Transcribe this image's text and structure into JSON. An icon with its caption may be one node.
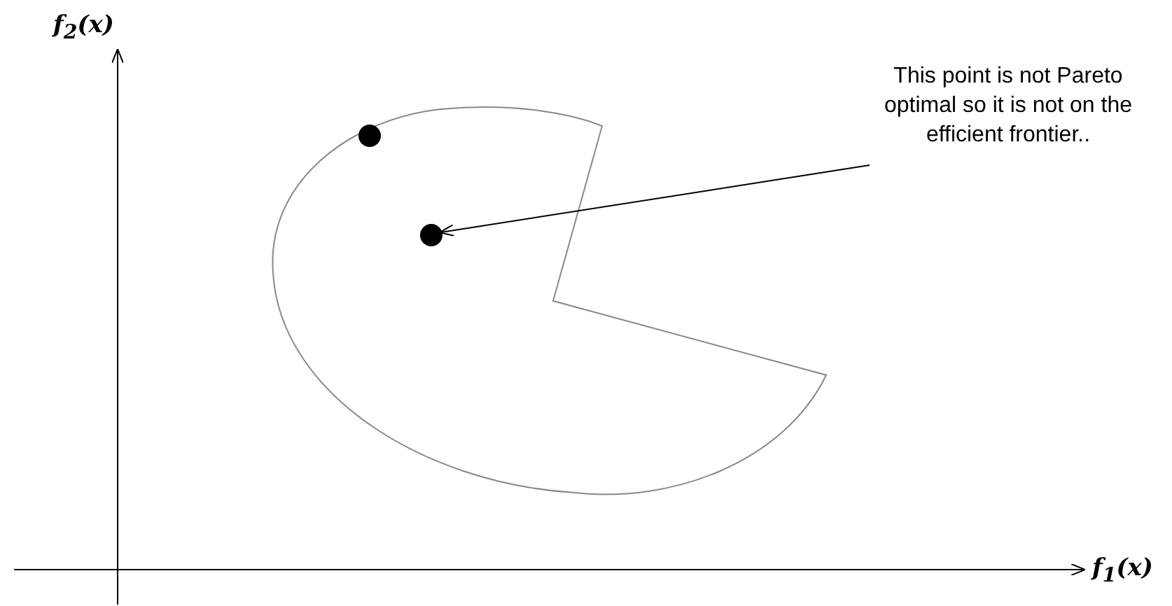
{
  "diagram": {
    "nodes": [
      {
        "text": [
          "This point is not Pareto optimal so it is not on the efficient frontier.."
        ]
      },
      {
        "text": [],
        "shape": "circle"
      },
      {
        "text": [],
        "shape": "circle"
      }
    ],
    "edges": [
      {
        "from": 0,
        "to": 2,
        "arrow": "to"
      }
    ],
    "labels": [
      "f$_{2}$(x)",
      "f$_{1}$(x)"
    ]
  }
}
